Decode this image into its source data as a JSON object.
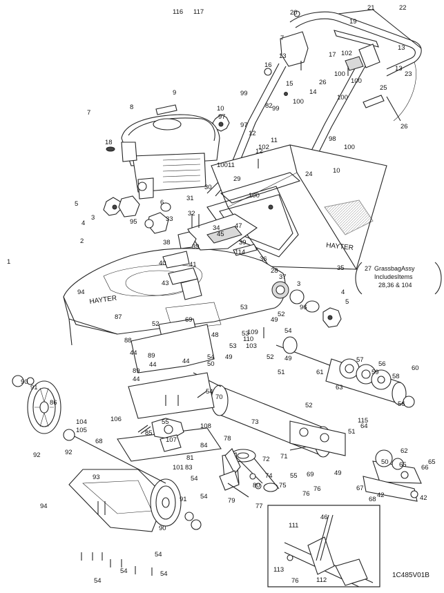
{
  "diagram_code": "1C485V01B",
  "grassbag_note": {
    "number": "27",
    "line1": "GrassbagAssy",
    "line2": "IncludesItems",
    "line3": "28,36 & 104"
  },
  "brand_marks": [
    "HAYTER",
    "HAYTER"
  ],
  "callouts": [
    "1",
    "2",
    "3",
    "3",
    "4",
    "4",
    "5",
    "5",
    "6",
    "7",
    "7",
    "8",
    "9",
    "10",
    "10",
    "11",
    "11",
    "12",
    "12",
    "13",
    "13",
    "13",
    "14",
    "15",
    "16",
    "17",
    "18",
    "19",
    "20",
    "21",
    "22",
    "23",
    "24",
    "25",
    "26",
    "26",
    "28",
    "29",
    "30",
    "31",
    "32",
    "33",
    "34",
    "35",
    "36",
    "37",
    "38",
    "39",
    "39",
    "40",
    "41",
    "42",
    "42",
    "43",
    "44",
    "44",
    "44",
    "44",
    "45",
    "46",
    "47",
    "48",
    "49",
    "49",
    "49",
    "49",
    "50",
    "50",
    "51",
    "51",
    "52",
    "52",
    "52",
    "52",
    "53",
    "53",
    "53",
    "54",
    "54",
    "54",
    "54",
    "54",
    "54",
    "54",
    "54",
    "54",
    "55",
    "55",
    "56",
    "56",
    "57",
    "58",
    "59",
    "60",
    "61",
    "62",
    "63",
    "64",
    "65",
    "65",
    "66",
    "67",
    "68",
    "68",
    "69",
    "69",
    "70",
    "71",
    "72",
    "73",
    "74",
    "75",
    "76",
    "76",
    "76",
    "77",
    "78",
    "79",
    "80",
    "81",
    "82",
    "83",
    "84",
    "85",
    "86",
    "87",
    "88",
    "89",
    "89",
    "90",
    "90",
    "91",
    "91",
    "92",
    "92",
    "93",
    "94",
    "94",
    "95",
    "96",
    "97",
    "97",
    "98",
    "99",
    "99",
    "100",
    "100",
    "100",
    "100",
    "100",
    "100",
    "100",
    "101",
    "102",
    "102",
    "103",
    "104",
    "105",
    "106",
    "107",
    "108",
    "109",
    "110",
    "111",
    "112",
    "113",
    "114",
    "115",
    "116",
    "117"
  ]
}
